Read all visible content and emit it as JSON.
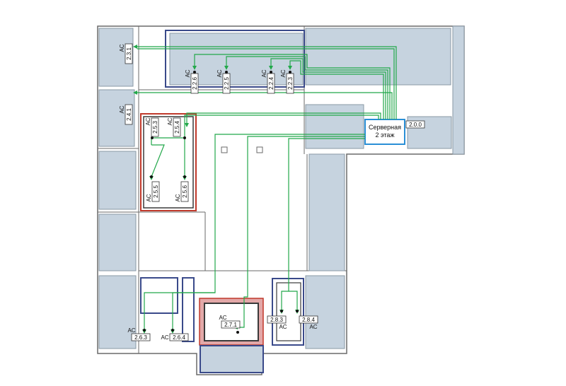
{
  "colors": {
    "room_fill": "#c6d3df",
    "room_stroke": "#8a98a6",
    "wall": "#6a6a6a",
    "cable": "#22a84a",
    "highlight_red": "#c0392b",
    "highlight_blue": "#3a4a8a",
    "server_border": "#2a8fd6"
  },
  "server_room": {
    "title_line1": "Серверная",
    "title_line2": "2 этаж",
    "id": "2.0.0"
  },
  "ac_label": "АС",
  "points": {
    "p231": "2.3.1",
    "p241": "2.4.1",
    "p226": "2.2.6",
    "p225": "2.2.5",
    "p224": "2.2.4",
    "p223": "2.2.3",
    "p253": "2.5.3",
    "p254": "2.5.4",
    "p255": "2.5.5",
    "p256": "2.5.6",
    "p263": "2.6.3",
    "p264": "2.6.4",
    "p271": "2.7.1",
    "p283": "2.8.3",
    "p284": "2.8.4"
  }
}
